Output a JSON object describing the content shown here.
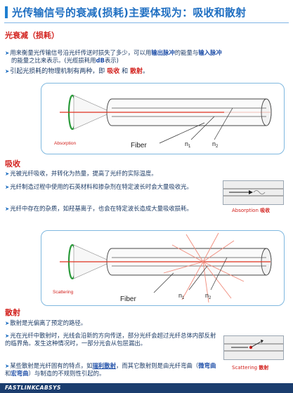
{
  "title": "光传输信号的衰减(损耗)主要体现为：吸收和散射",
  "sections": {
    "attenuation": {
      "heading": "光衰减（损耗）",
      "bullet1_pre": "用来衡量光传输信号沿光纤传送时损失了多少，可以用",
      "bullet1_hl1": "输出脉冲",
      "bullet1_mid": "的能量与",
      "bullet1_hl2": "输入脉冲",
      "bullet1_post": "的能量之比来表示。(光缆损耗用",
      "bullet1_hl3": "dB",
      "bullet1_end": "表示)",
      "bullet2_pre": "引起光损耗的物理机制有两种，即",
      "bullet2_hl1": "吸收",
      "bullet2_mid": "和",
      "bullet2_hl2": "散射",
      "bullet2_end": "。"
    },
    "absorption": {
      "heading": "吸收",
      "bullet1": "光被光纤吸收，并转化为热量，提高了光纤的实际温度。",
      "bullet2": "光纤制造过程中使用的石英材料和掺杂剂在特定波长时会大量吸收光。",
      "bullet3": "光纤中存在的杂质，如羟基离子，也会在特定波长造成大量吸收损耗。",
      "thumb_caption_en": "Absorption",
      "thumb_caption_cn": "吸收"
    },
    "scattering": {
      "heading": "散射",
      "bullet1": "散射是光偏离了预定的路径。",
      "bullet2": "光在光纤中散射时，光线会沿新的方向传送，部分光纤会超过光纤总体内部反射的临界角。发生这种情况时，一部分光会从包层漏出。",
      "bullet3_pre": "某些散射是光纤固有的特点，如",
      "bullet3_hl1": "瑞利散射",
      "bullet3_mid": "，而其它散射则是由光纤弯曲（",
      "bullet3_hl2": "微弯曲",
      "bullet3_mid2": "和",
      "bullet3_hl3": "宏弯曲",
      "bullet3_end": "）与制造的不规则性引起的。",
      "thumb_caption_en": "Scattering",
      "thumb_caption_cn": "散射"
    }
  },
  "diagrams": {
    "absorption": {
      "label": "Absorption",
      "fiber": "Fiber",
      "n1": "n",
      "n1_sub": "1",
      "n2": "n",
      "n2_sub": "2"
    },
    "scattering": {
      "label": "Scattering",
      "fiber": "Fiber",
      "n1": "n",
      "n1_sub": "1",
      "n2": "n",
      "n2_sub": "2"
    }
  },
  "footer": "FASTLINKCABSYS",
  "colors": {
    "title": "#1f6fc2",
    "heading": "#d2201c",
    "beam": "#e0301e",
    "ring": "#2a9a3a",
    "footer_bg": "#1b3d6e"
  }
}
